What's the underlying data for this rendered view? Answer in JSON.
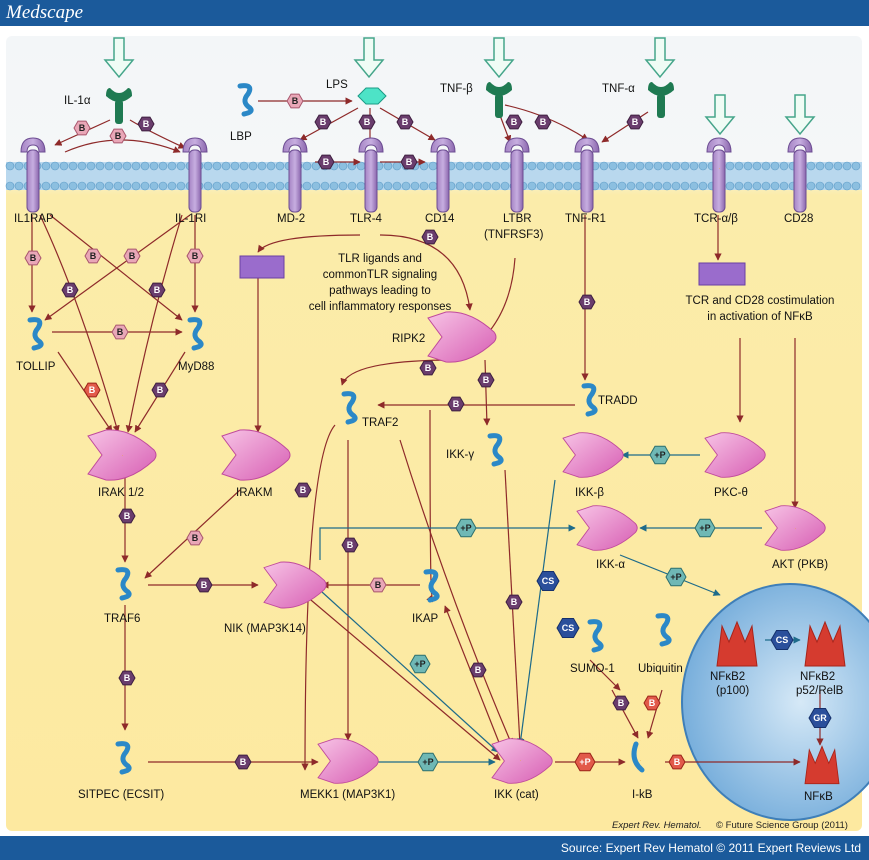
{
  "header": {
    "brand": "Medscape"
  },
  "footer": {
    "source": "Source: Expert Rev Hematol © 2011 Expert Reviews Ltd"
  },
  "citation": {
    "journal": "Expert Rev. Hematol.",
    "rest": "© Future Science Group (2011)"
  },
  "badges": {
    "b": "B",
    "p": "+P",
    "cs": "CS",
    "gr": "GR"
  },
  "labels": {
    "il1a": "IL-1α",
    "lps": "LPS",
    "lbp": "LBP",
    "tnfb": "TNF-β",
    "tnfa": "TNF-α",
    "il1rap": "IL1RAP",
    "il1ri": "IL-1RI",
    "md2": "MD-2",
    "tlr4": "TLR-4",
    "cd14": "CD14",
    "ltbr": "LTBR",
    "ltbr2": "(TNFRSF3)",
    "tnfr1": "TNF-R1",
    "tcr": "TCR-α/β",
    "cd28": "CD28",
    "tlr_text1": "TLR ligands and",
    "tlr_text2": "commonTLR signaling",
    "tlr_text3": "pathways leading to",
    "tlr_text4": "cell inflammatory responses",
    "tcr_text1": "TCR and CD28 costimulation",
    "tcr_text2": "in activation of NFκB",
    "tollip": "TOLLIP",
    "myd88": "MyD88",
    "ripk2": "RIPK2",
    "tradd": "TRADD",
    "traf2": "TRAF2",
    "irak": "IRAK 1/2",
    "irakm": "IRAKM",
    "ikkg": "IKK-γ",
    "ikkb": "IKK-β",
    "pkc": "PKC-θ",
    "ikka": "IKK-α",
    "akt": "AKT (PKB)",
    "traf6": "TRAF6",
    "nik": "NIK (MAP3K14)",
    "ikap": "IKAP",
    "sumo": "SUMO-1",
    "ubiquitin": "Ubiquitin",
    "nfkb2a": "NFκB2",
    "nfkb2a2": "(p100)",
    "nfkb2b": "NFκB2",
    "nfkb2b2": "p52/RelB",
    "nfkb": "NFκB",
    "sitpec": "SITPEC (ECSIT)",
    "mekk1": "MEKK1 (MAP3K1)",
    "ikkcat": "IKK (cat)",
    "ikb": "I-kB"
  },
  "colors": {
    "brand_bar": "#1b5a9b",
    "membrane": "#9fc8e3",
    "cytoplasm": "#fbe79a",
    "nucleus": "#7fb5e0",
    "arrow_red": "#8e2a2a",
    "arrow_teal": "#1e6b8a"
  }
}
